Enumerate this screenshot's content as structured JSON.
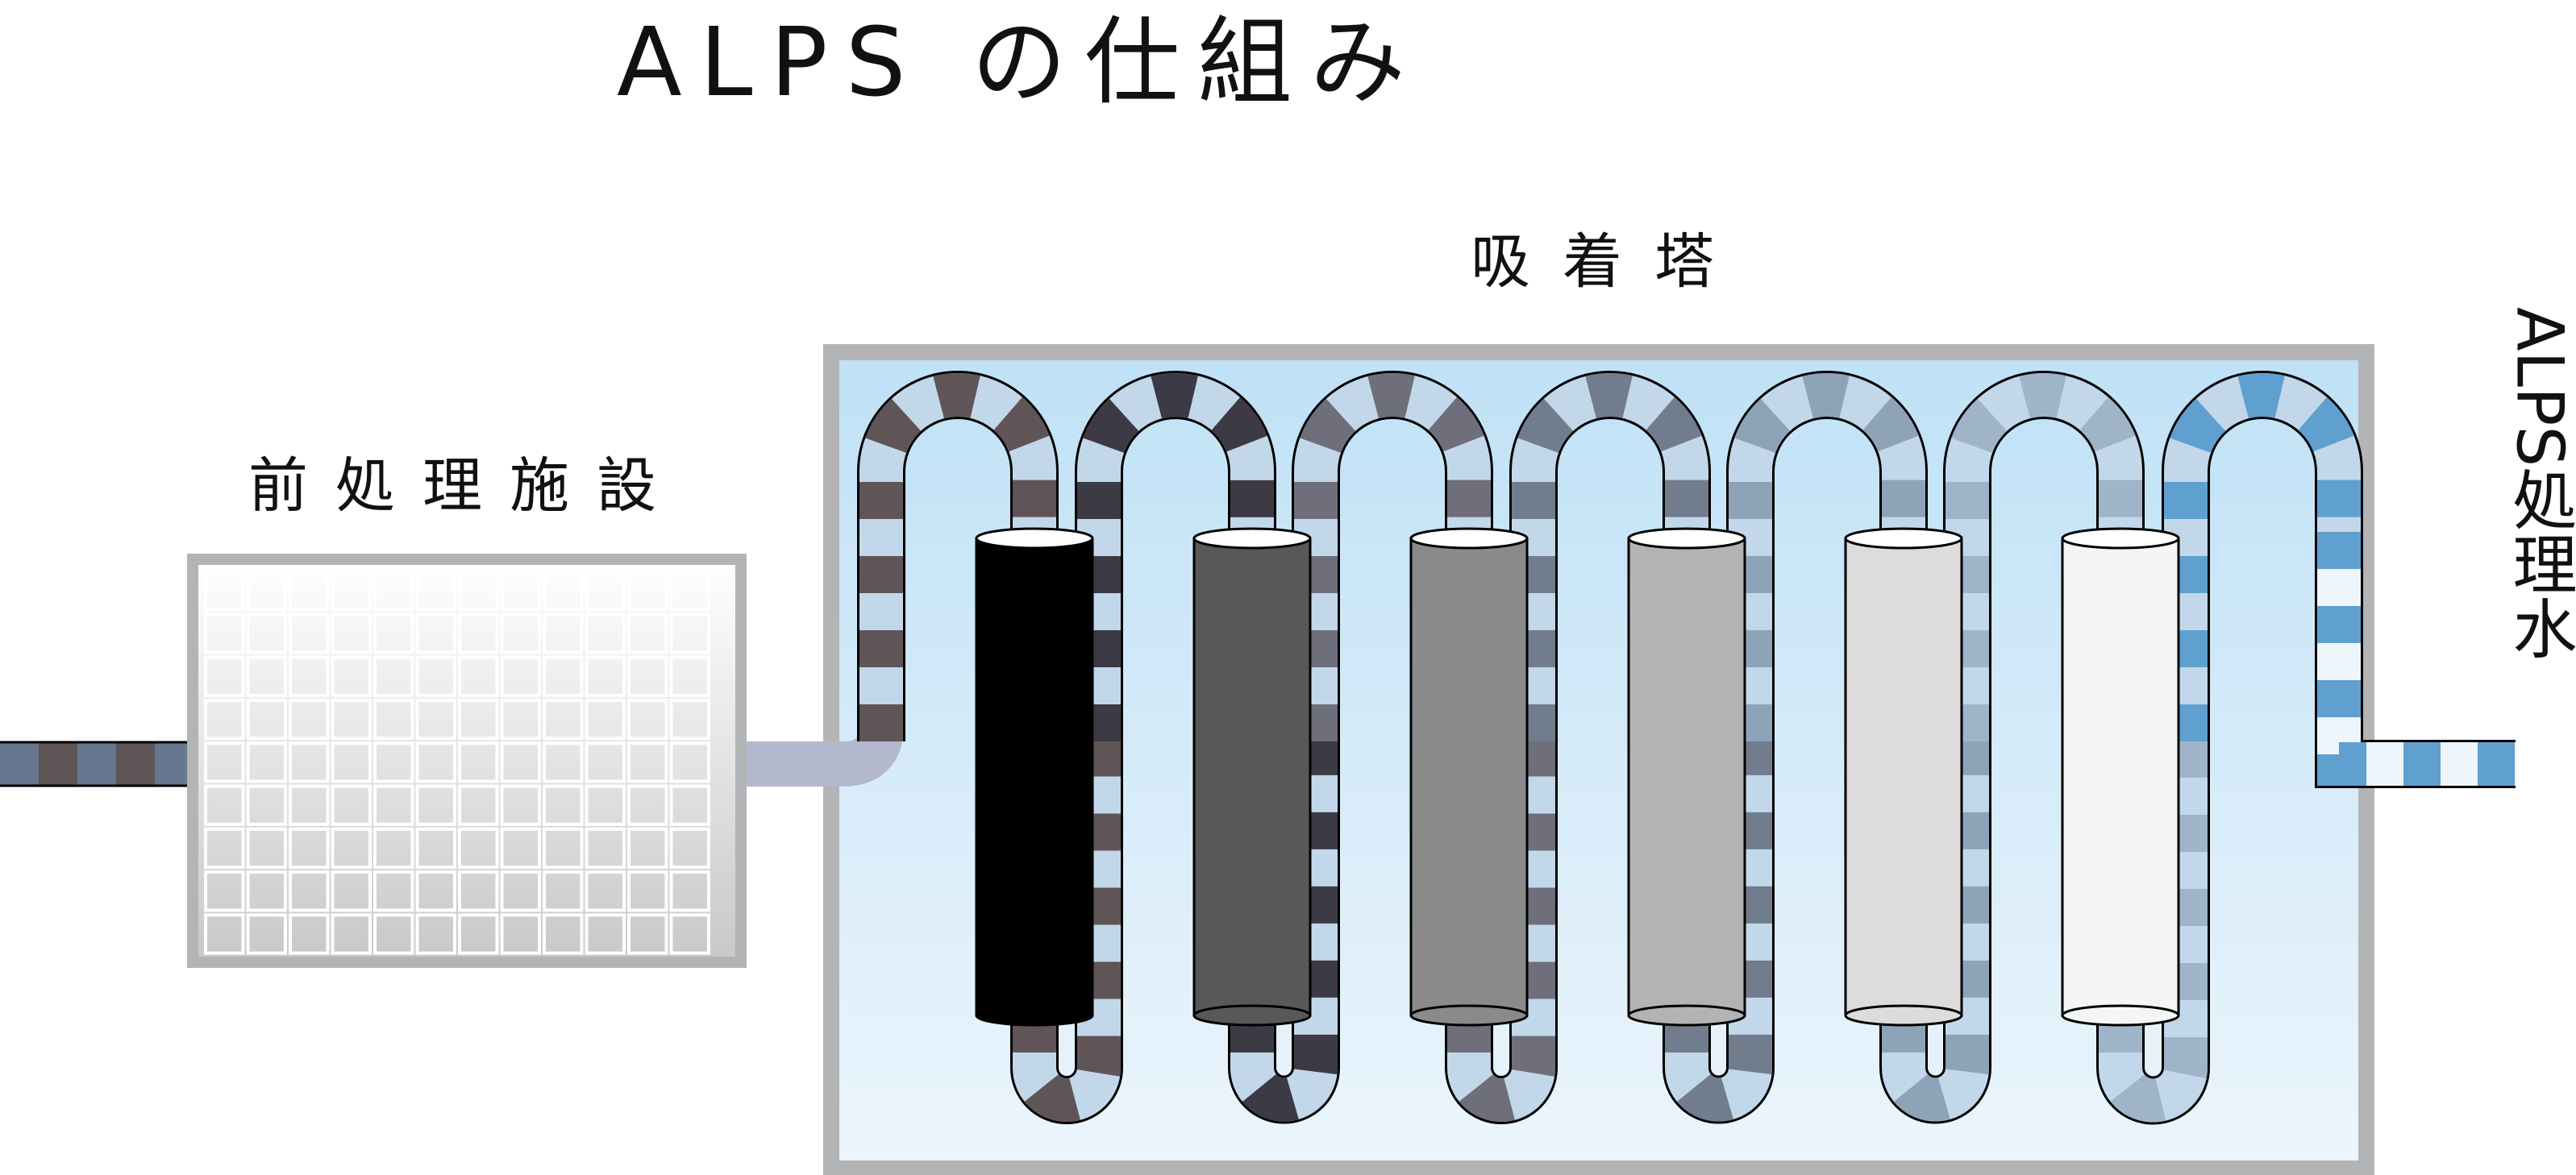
{
  "title": "ALPS の仕組み",
  "pretreatment_label": "前処理施設",
  "adsorption_label": "吸着塔",
  "output_label": "ALPS処理水",
  "colors": {
    "line": "#000000",
    "frame_border": "#b3b4b6",
    "box_top": "#bfe1f6",
    "box_bottom": "#ecf5fc",
    "pre_fill_top": "#ffffff",
    "pre_fill_bottom": "#c8c8c8",
    "pipe_light": "#c2d8ea",
    "pipe_gray": "#b3b8cc",
    "inlet_dark": "#5f5557",
    "inlet_blue": "#66778f"
  },
  "stages": [
    {
      "pipe_color": "#5f5557",
      "tower_color": "#000000"
    },
    {
      "pipe_color": "#3c3a44",
      "tower_color": "#595858"
    },
    {
      "pipe_color": "#6e6f7b",
      "tower_color": "#8a8a8a"
    },
    {
      "pipe_color": "#717d8c",
      "tower_color": "#b3b3b3"
    },
    {
      "pipe_color": "#8ea3b8",
      "tower_color": "#dcdcdc"
    },
    {
      "pipe_color": "#9fb4c8",
      "tower_color": "#f4f6f6"
    },
    {
      "pipe_color": "#5fa0d0",
      "tower_color": null
    }
  ]
}
